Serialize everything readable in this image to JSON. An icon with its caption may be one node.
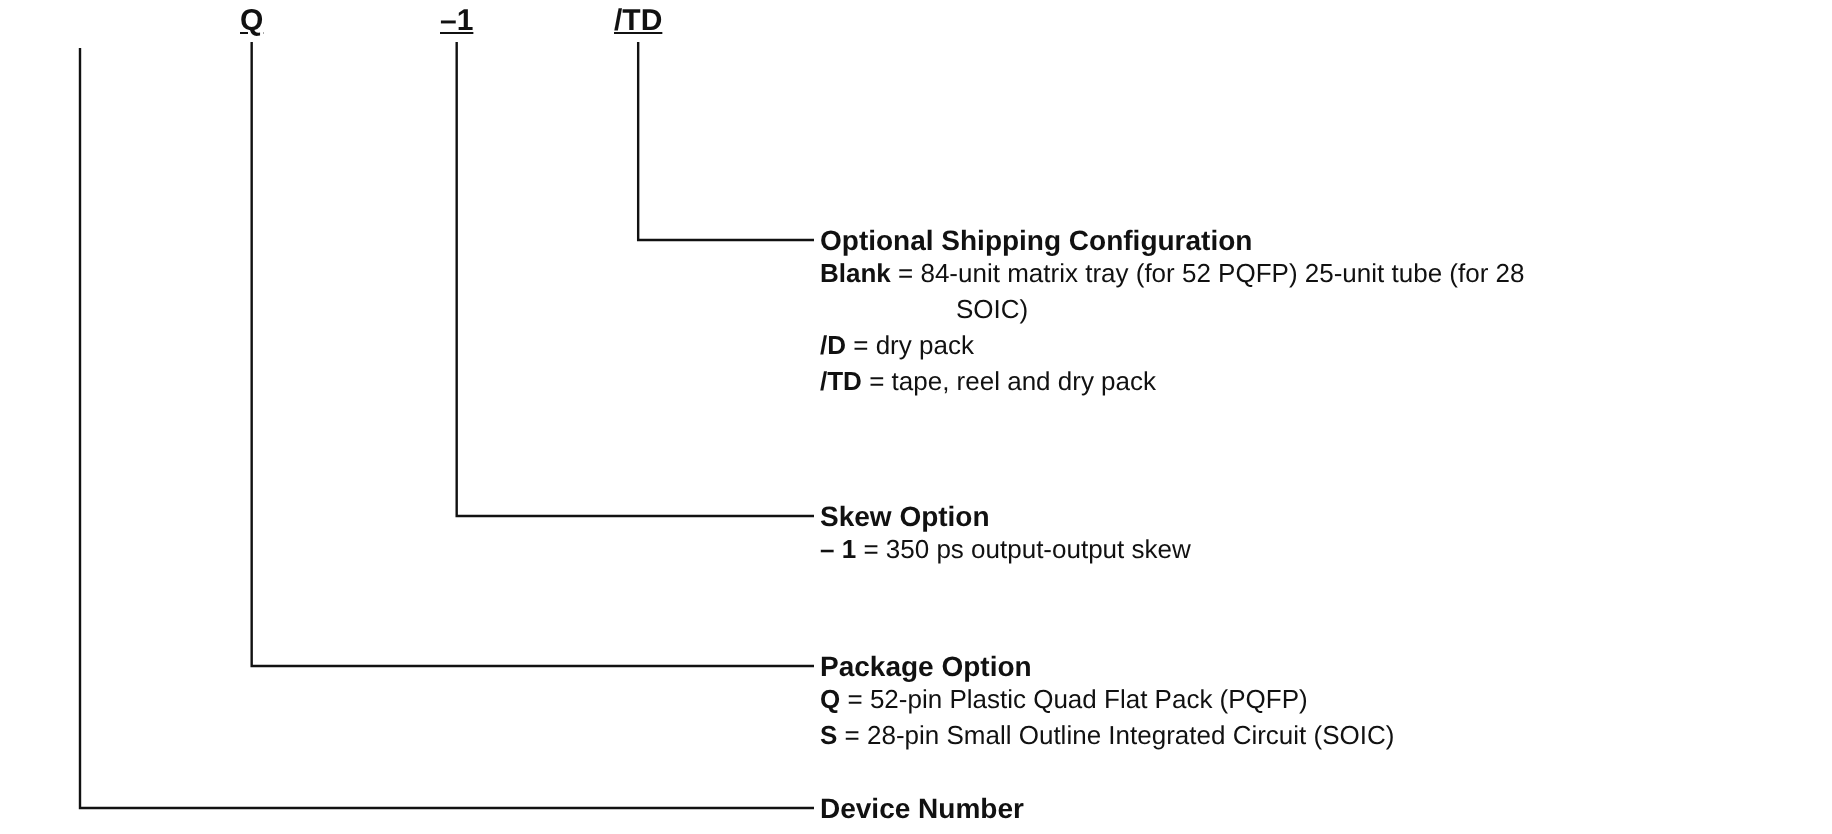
{
  "diagram": {
    "nodes": [
      {
        "text": [
          "Q"
        ]
      },
      {
        "text": [
          "–1"
        ]
      },
      {
        "text": [
          "/TD"
        ]
      },
      {
        "text": [
          "Optional Shipping Configuration",
          "**Blank** = 84-unit matrix tray (for 52 PQFP) 25-unit tube (for 28 SOIC)",
          "**/D** = dry pack",
          "**/TD** = tape, reel and dry pack"
        ]
      },
      {
        "text": [
          "Skew Option",
          "**– 1** = 350 ps output-output skew"
        ]
      },
      {
        "text": [
          "Package Option",
          "**Q** = 52-pin Plastic Quad Flat Pack (PQFP)",
          "**S** = 28-pin Small Outline Integrated Circuit (SOIC)"
        ]
      },
      {
        "text": [
          "Device Number"
        ]
      }
    ],
    "edges": [
      {
        "from": 2,
        "to": 3,
        "arrow": "none"
      },
      {
        "from": 1,
        "to": 4,
        "arrow": "none"
      },
      {
        "from": 0,
        "to": 5,
        "arrow": "none"
      },
      {
        "from": null,
        "to": 6,
        "arrow": "none"
      }
    ]
  }
}
